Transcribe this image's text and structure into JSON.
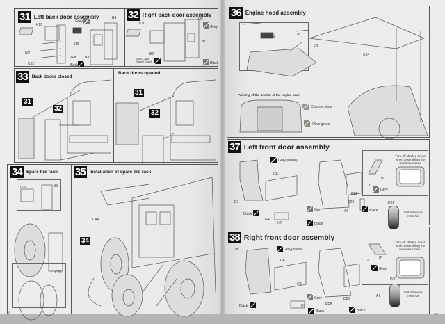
{
  "document": {
    "type": "model kit assembly instructions",
    "left_page_number": "36",
    "right_page_number": "37"
  },
  "steps": [
    {
      "number": "31",
      "title": "Left back door assembly",
      "part_labels": [
        "K10",
        "I29",
        "C52",
        "PE8",
        "B3",
        "B4",
        "I25"
      ],
      "paint_callouts": [
        {
          "color": "Grey"
        },
        {
          "color": "Black"
        }
      ]
    },
    {
      "number": "32",
      "title": "Right back door assembly",
      "part_labels": [
        "K10",
        "I26",
        "B2",
        "B1"
      ],
      "paint_callouts": [
        {
          "color": "Grey"
        },
        {
          "color": "Body Color\n(Inside Grey)"
        },
        {
          "color": "Black"
        }
      ]
    },
    {
      "number": "33",
      "title": "Back doors closed",
      "sub_title": "Back doors opened",
      "references": [
        "31",
        "32",
        "31",
        "32"
      ]
    },
    {
      "number": "34",
      "title": "Spare tire rack",
      "part_labels": [
        "D18",
        "B9",
        "C25"
      ]
    },
    {
      "number": "35",
      "title": "Installation of spare tire rack",
      "part_labels": [
        "C44"
      ],
      "references": [
        "34"
      ]
    },
    {
      "number": "36",
      "title": "Engine hood assembly",
      "part_labels": [
        "PE28",
        "I28",
        "E3",
        "C14"
      ],
      "painting_note": "Painting of the interior of the engine cover",
      "paint_callouts": [
        {
          "color": "Chrome silver"
        },
        {
          "color": "Olive green"
        }
      ]
    },
    {
      "number": "37",
      "title": "Left front door assembly",
      "part_labels": [
        "G6",
        "E7",
        "G4",
        "H7",
        "PE8",
        "D22",
        "A6",
        "I1",
        "I5",
        "D21"
      ],
      "paint_callouts": [
        {
          "color": "Grey(Inside)"
        },
        {
          "color": "Black"
        },
        {
          "color": "Grey"
        },
        {
          "color": "Black"
        },
        {
          "color": "Grey"
        },
        {
          "color": "Black"
        }
      ],
      "inset_note": "Trim off shaded areas when assembling the windows closed",
      "foil_note": "Self adhesive metal foil"
    },
    {
      "number": "38",
      "title": "Right front door assembly",
      "part_labels": [
        "D8",
        "G8",
        "G3",
        "H7",
        "PE8",
        "D20",
        "A7",
        "I2",
        "I7",
        "D20"
      ],
      "paint_callouts": [
        {
          "color": "Grey(Inside)"
        },
        {
          "color": "Grey"
        },
        {
          "color": "Black"
        },
        {
          "color": "Black"
        },
        {
          "color": "Black"
        },
        {
          "color": "Grey"
        }
      ],
      "inset_note": "Trim off shaded areas when assembling the windows closed",
      "foil_note": "Self adhesive metal foil"
    }
  ]
}
